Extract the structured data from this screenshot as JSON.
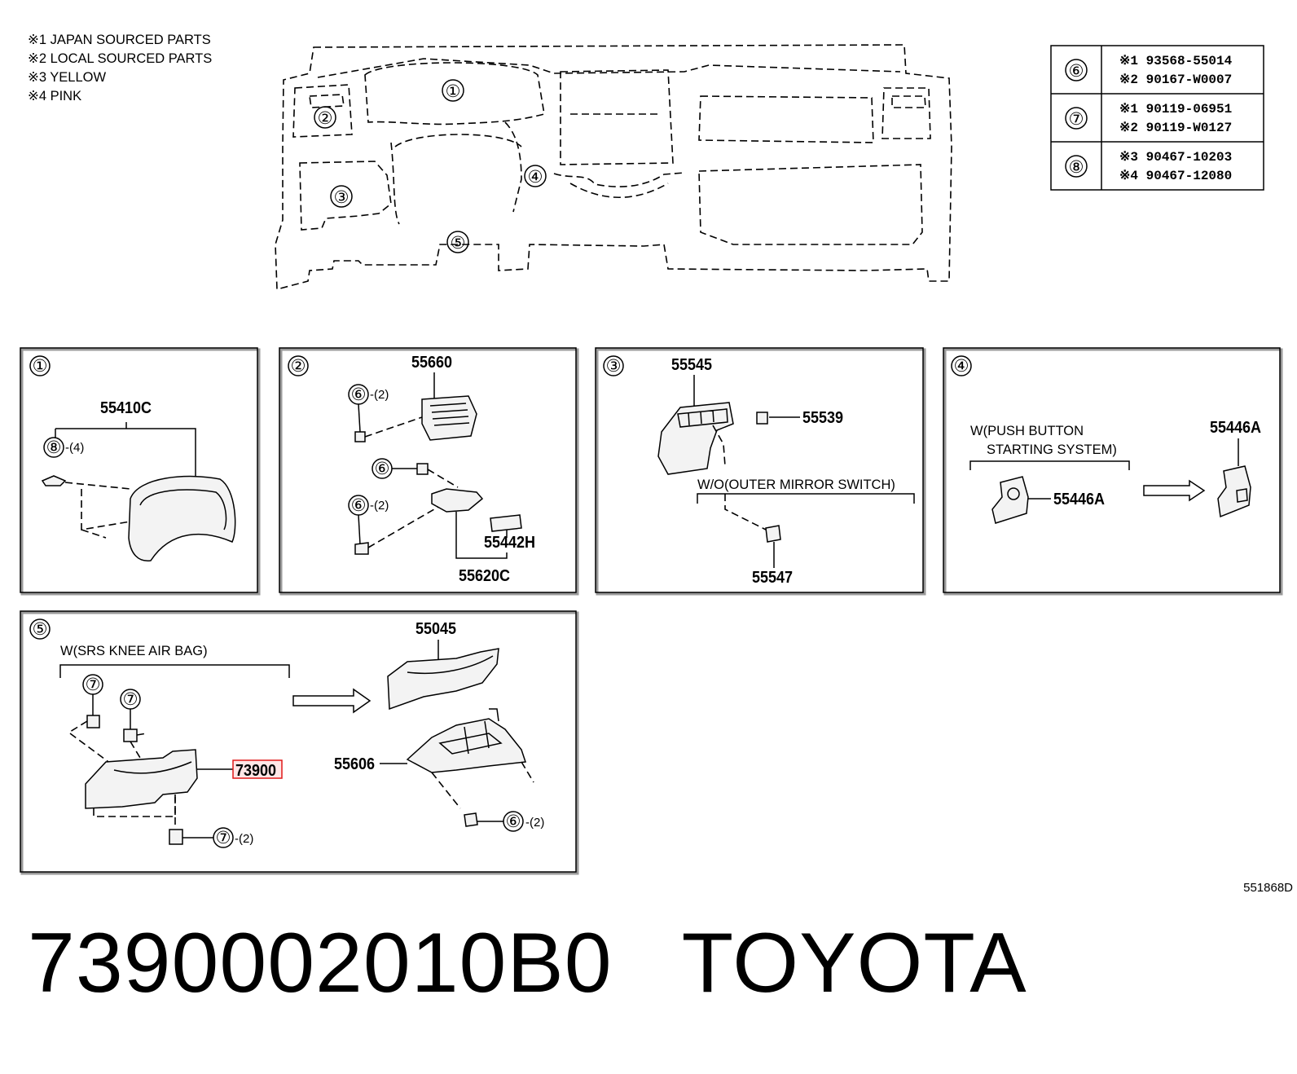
{
  "notes": [
    "※1 JAPAN SOURCED PARTS",
    "※2 LOCAL SOURCED PARTS",
    "※3 YELLOW",
    "※4 PINK"
  ],
  "overview_callouts": [
    "①",
    "②",
    "③",
    "④",
    "⑤"
  ],
  "fastener_table": [
    {
      "ref": "⑥",
      "lines": [
        "※1  93568-55014",
        "※2  90167-W0007"
      ]
    },
    {
      "ref": "⑦",
      "lines": [
        "※1  90119-06951",
        "※2  90119-W0127"
      ]
    },
    {
      "ref": "⑧",
      "lines": [
        "※3  90467-10203",
        "※4  90467-12080"
      ]
    }
  ],
  "panels": {
    "p1": {
      "num": "①",
      "parts": [
        "55410C"
      ],
      "callouts": [
        {
          "ref": "⑧",
          "qty": "-(4)"
        }
      ]
    },
    "p2": {
      "num": "②",
      "parts": [
        "55660",
        "55442H",
        "55620C"
      ],
      "callouts": [
        {
          "ref": "⑥",
          "qty": "-(2)"
        },
        {
          "ref": "⑥",
          "qty": ""
        },
        {
          "ref": "⑥",
          "qty": "-(2)"
        }
      ]
    },
    "p3": {
      "num": "③",
      "parts": [
        "55545",
        "55539",
        "55547"
      ],
      "condition": "W/O(OUTER MIRROR SWITCH)"
    },
    "p4": {
      "num": "④",
      "parts": [
        "55446A",
        "55446A"
      ],
      "condition_line1": "W(PUSH BUTTON",
      "condition_line2": "STARTING SYSTEM)"
    },
    "p5": {
      "num": "⑤",
      "parts": [
        "55045",
        "55606",
        "73900"
      ],
      "condition": "W(SRS KNEE AIR BAG)",
      "callouts": [
        {
          "ref": "⑦",
          "qty": ""
        },
        {
          "ref": "⑦",
          "qty": ""
        },
        {
          "ref": "⑦",
          "qty": "-(2)"
        },
        {
          "ref": "⑥",
          "qty": "-(2)"
        }
      ]
    }
  },
  "illustration_code": "551868D",
  "footer": {
    "part_number": "7390002010B0",
    "brand": "TOYOTA"
  },
  "colors": {
    "highlight": "#e01818",
    "highlight_fill": "#ffe6e6"
  }
}
